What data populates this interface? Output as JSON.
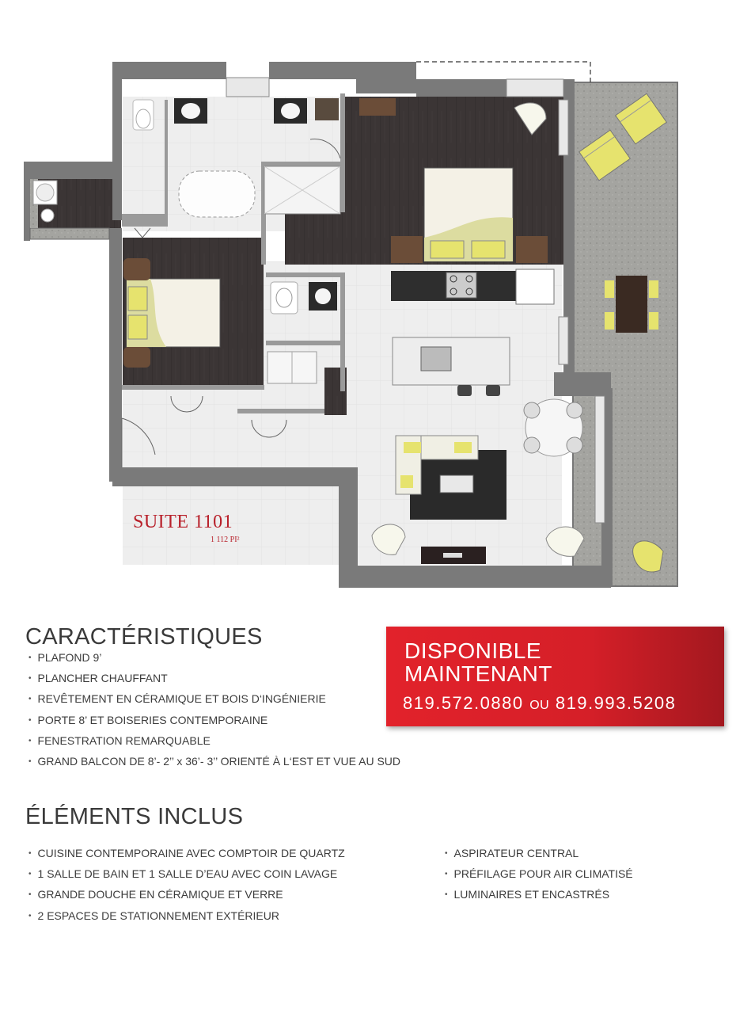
{
  "plan": {
    "suite_name": "SUITE 1101",
    "suite_area": "1 112 PI²"
  },
  "caracteristiques": {
    "title": "CARACTÉRISTIQUES",
    "items": [
      "PLAFOND 9’",
      "PLANCHER CHAUFFANT",
      "REVÊTEMENT EN CÉRAMIQUE ET BOIS D‘INGÉNIERIE",
      "PORTE 8’ ET BOISERIES CONTEMPORAINE",
      "FENESTRATION REMARQUABLE",
      "GRAND BALCON DE 8’- 2’’ x 36’- 3’’ ORIENTÉ À L‘EST ET VUE AU SUD"
    ]
  },
  "elements_inclus": {
    "title": "ÉLÉMENTS INCLUS",
    "col1": [
      "CUISINE CONTEMPORAINE AVEC COMPTOIR DE QUARTZ",
      "1 SALLE DE BAIN ET 1 SALLE D’EAU AVEC COIN LAVAGE",
      "GRANDE DOUCHE EN CÉRAMIQUE ET VERRE",
      "2 ESPACES DE STATIONNEMENT EXTÉRIEUR"
    ],
    "col2": [
      "ASPIRATEUR CENTRAL",
      "PRÉFILAGE POUR AIR CLIMATISÉ",
      "LUMINAIRES ET ENCASTRÉS"
    ]
  },
  "banner": {
    "line1": "DISPONIBLE",
    "line2": "MAINTENANT",
    "phone1": "819.572.0880",
    "or": "OU",
    "phone2": "819.993.5208",
    "color": "#e2222b"
  },
  "colors": {
    "wall": "#7a7a7a",
    "dark_floor": "#3a3434",
    "tile_floor": "#eeeeee",
    "balcony": "#9e9e9a",
    "accent_yellow": "#e5e27a",
    "text_red": "#b8202a"
  }
}
